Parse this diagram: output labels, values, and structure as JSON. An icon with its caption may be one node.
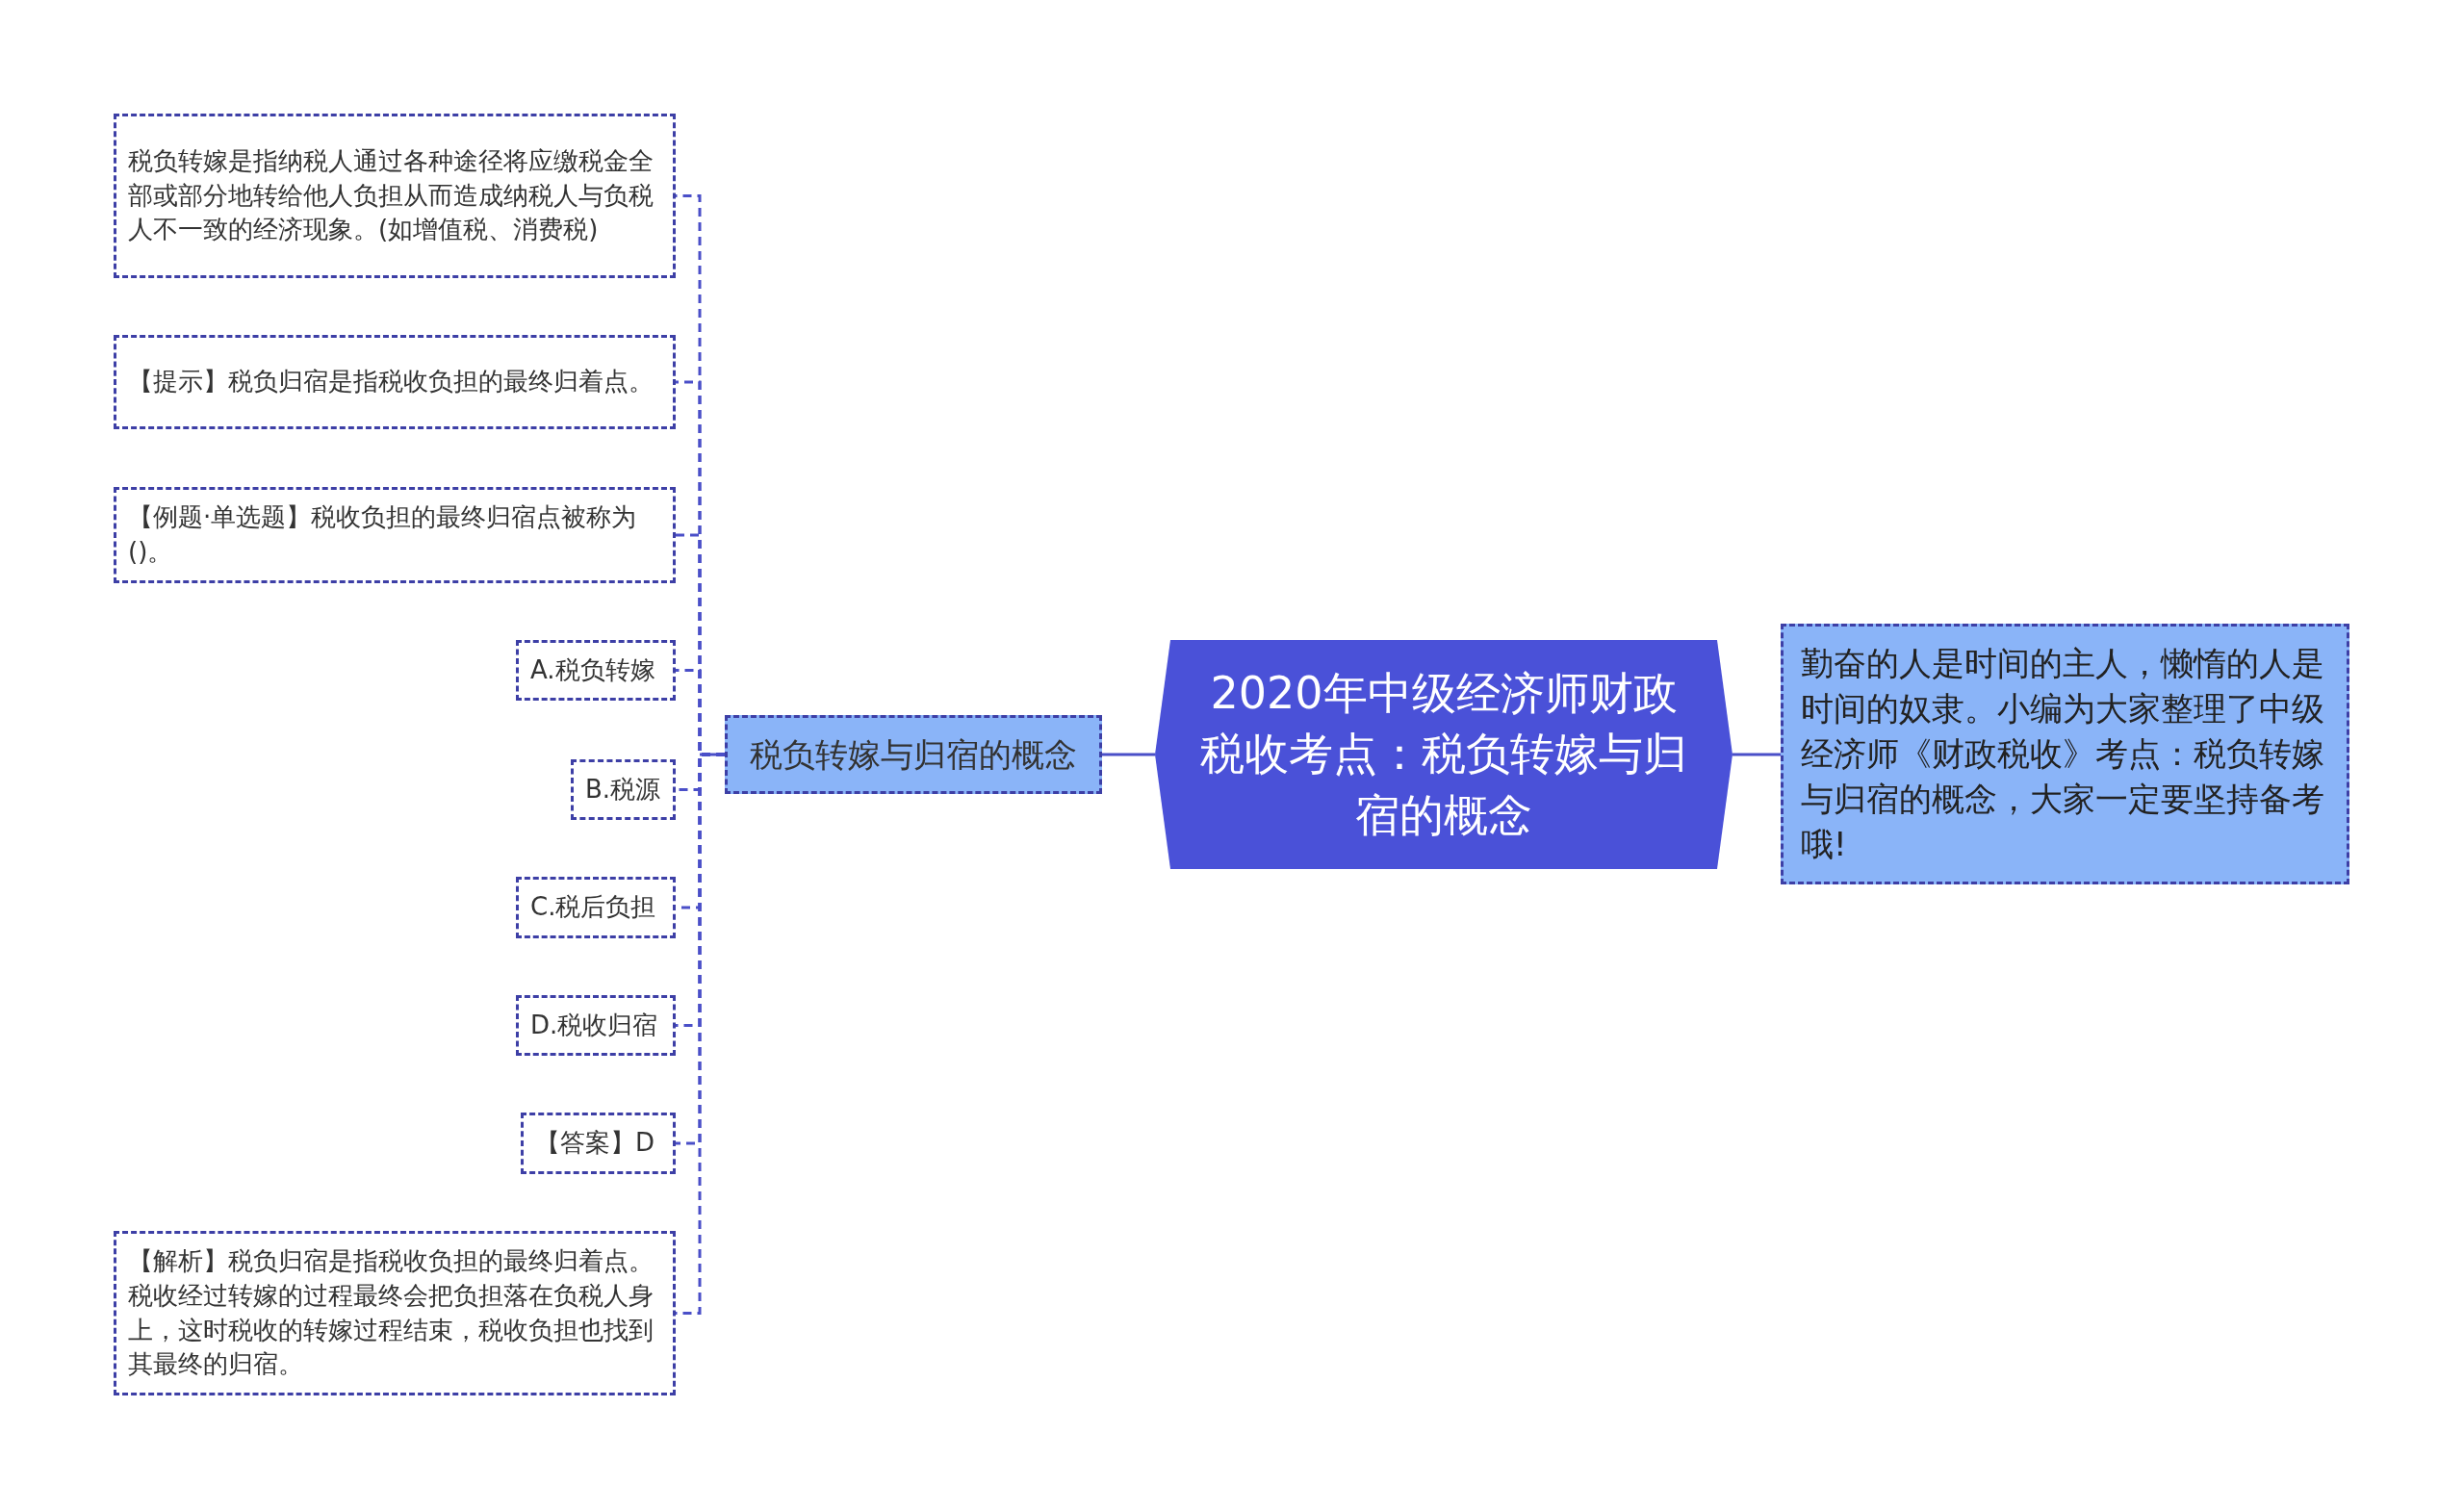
{
  "diagram": {
    "nodes": [
      {
        "text": [
          "2020年中级经济师财政税收考点：税负转嫁与归宿的概念"
        ]
      },
      {
        "text": [
          "勤奋的人是时间的主人，懒惰的人是时间的奴隶。小编为大家整理了中级经济师《财政税收》考点：税负转嫁与归宿的概念，大家一定要坚持备考哦!"
        ]
      },
      {
        "text": [
          "税负转嫁与归宿的概念"
        ]
      },
      {
        "text": [
          "税负转嫁是指纳税人通过各种途径将应缴税金全部或部分地转给他人负担从而造成纳税人与负税人不一致的经济现象。(如增值税、消费税)"
        ]
      },
      {
        "text": [
          "【提示】税负归宿是指税收负担的最终归着点。"
        ]
      },
      {
        "text": [
          "【例题·单选题】税收负担的最终归宿点被称为()。"
        ]
      },
      {
        "text": [
          "A.税负转嫁"
        ]
      },
      {
        "text": [
          "B.税源"
        ]
      },
      {
        "text": [
          "C.税后负担"
        ]
      },
      {
        "text": [
          "D.税收归宿"
        ]
      },
      {
        "text": [
          "【答案】D"
        ]
      },
      {
        "text": [
          "【解析】税负归宿是指税收负担的最终归着点。税收经过转嫁的过程最终会把负担落在负税人身上，这时税收的转嫁过程结束，税收负担也找到其最终的归宿。"
        ]
      }
    ],
    "edges": [
      {
        "from": 0,
        "to": 1,
        "arrow": "none"
      },
      {
        "from": 0,
        "to": 2,
        "arrow": "none"
      },
      {
        "from": 2,
        "to": 3,
        "arrow": "none",
        "style": "dashed"
      },
      {
        "from": 2,
        "to": 4,
        "arrow": "none",
        "style": "dashed"
      },
      {
        "from": 2,
        "to": 5,
        "arrow": "none",
        "style": "dashed"
      },
      {
        "from": 2,
        "to": 6,
        "arrow": "none",
        "style": "dashed"
      },
      {
        "from": 2,
        "to": 7,
        "arrow": "none",
        "style": "dashed"
      },
      {
        "from": 2,
        "to": 8,
        "arrow": "none",
        "style": "dashed"
      },
      {
        "from": 2,
        "to": 9,
        "arrow": "none",
        "style": "dashed"
      },
      {
        "from": 2,
        "to": 10,
        "arrow": "none",
        "style": "dashed"
      },
      {
        "from": 2,
        "to": 11,
        "arrow": "none",
        "style": "dashed"
      }
    ]
  }
}
